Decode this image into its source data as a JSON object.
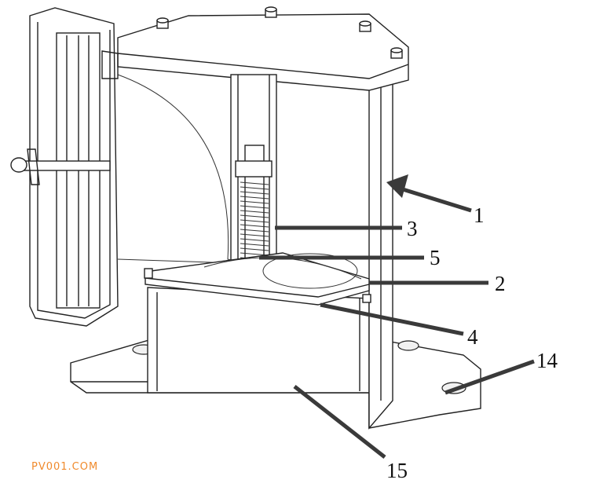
{
  "labels": {
    "l1": "1",
    "l2": "2",
    "l3": "3",
    "l4": "4",
    "l5": "5",
    "l14": "14",
    "l15": "15"
  },
  "watermark": "PV001.COM",
  "colors": {
    "line": "#222222",
    "leader": "#3a3a3a",
    "watermark": "#f08a2c"
  }
}
